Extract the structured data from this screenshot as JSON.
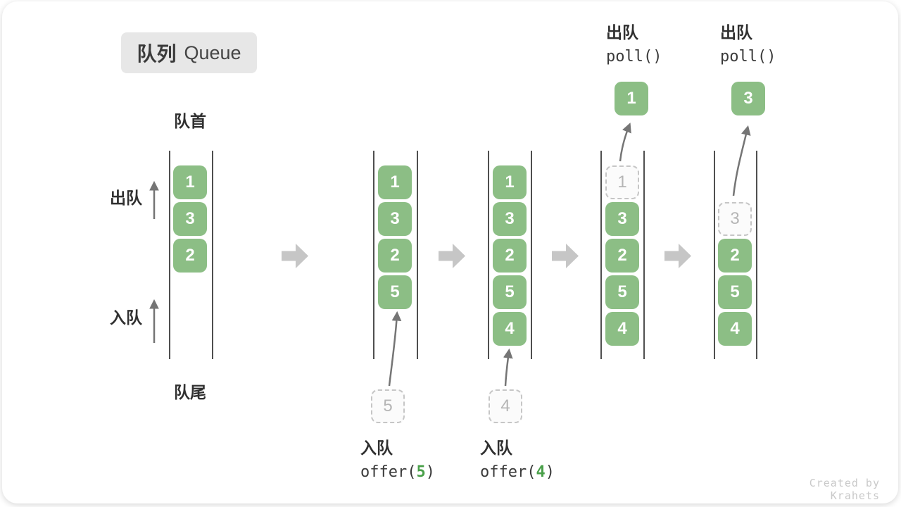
{
  "colors": {
    "cell_green": "#8cbe85",
    "arg_green": "#4aa04a",
    "block_arrow_gray": "#c6c6c6",
    "title_bg": "#e7e7e7",
    "text_dark": "#3a3a3a",
    "line_dark": "#4f4f4f",
    "ghost_border": "#c6c6c6",
    "ghost_text": "#b5b5b5",
    "arrow_stroke": "#757575",
    "watermark": "#c9c9c9"
  },
  "title": {
    "zh": "队列",
    "en": "Queue"
  },
  "side_labels": {
    "front": "队首",
    "rear": "队尾",
    "dequeue": "出队",
    "enqueue": "入队"
  },
  "states": {
    "s1": {
      "cells": [
        "1",
        "3",
        "2"
      ]
    },
    "s2": {
      "cells": [
        "1",
        "3",
        "2",
        "5"
      ],
      "incoming_value": "5",
      "op_label": "入队",
      "op_fn": "offer(",
      "op_arg": "5",
      "op_close": ")"
    },
    "s3": {
      "cells": [
        "1",
        "3",
        "2",
        "5",
        "4"
      ],
      "incoming_value": "4",
      "op_label": "入队",
      "op_fn": "offer(",
      "op_arg": "4",
      "op_close": ")"
    },
    "s4": {
      "ghost_value": "1",
      "cells": [
        "3",
        "2",
        "5",
        "4"
      ],
      "popped_value": "1",
      "op_label": "出队",
      "op_fn": "poll()"
    },
    "s5": {
      "ghost_value": "3",
      "cells": [
        "2",
        "5",
        "4"
      ],
      "popped_value": "3",
      "op_label": "出队",
      "op_fn": "poll()"
    }
  },
  "watermark": "Created by Krahets"
}
